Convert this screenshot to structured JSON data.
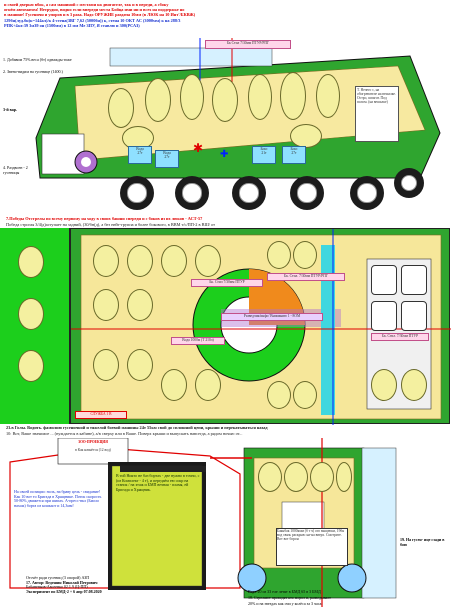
{
  "header": {
    "lines": [
      "и своей дверью вбок, а сам машиной с местами на двигателе, так и в переди, а сбоку",
      "огнём автоматом! Нетрудно, видно если впереди места Бойца ими ни и всех на поддержке но",
      "в машине! Гусеничн и упоров и в 3 раза. Надо ОРУЖИЕ раздача 10мм (в ЛЮК на 10 Инт'/БКВЖ)",
      "129бн(луд.бн)к=144ал)/к 4-стена(ЗВГ 7,62 (5000бн)) к, стена 10 ОКТ АС (3000мм) к на 288/3",
      "РПК+4ал:39 3мЗ9 он (1500мм) в 12 мм Ме ЗПУ, Я ставлю и 300(РСАЗ)"
    ],
    "note1": "1. Добавим 75% веса (бт) однажды тоже",
    "note2": "2. Звено-видим на гусенице (1400.)",
    "note3": "3-й вар.",
    "note4": "4. Раздвоен - 2 гусеницы",
    "note5": "7.Победы Отстрелы по всему первому на ходу в своих башни спереди и с боков из их люков - АСТ-57",
    "note6": "Победа строгая 3/4(д)аступает на задний, (30/бн(д), а без нейт-группа и более бокового, в ВВМ т/с/ПП-2 в ВШ/ от"
  },
  "labels": {
    "top_box": "Бк Стил 7/30мм ПТУР/РПГ",
    "right_box": "Т. Нечего с, на обогревателе на вешалке. Остро, шпагат. Под полом. (на вешалке)",
    "fuel1": "Вода\n27т",
    "fuel2": "Вода\n27т",
    "fuel3": "Бокс\n21т",
    "fuel4": "Бокс\n27т",
    "mid_red": "СЛУЖБА 1 В",
    "mid_box1": "Бк. Стил 7/30мм ПТУР",
    "mid_box2": "Бк. Стил. 7/30мм ПТУР/РПГ",
    "mid_box3": "Вода 1000м (Т 210л)",
    "mid_box4": "Бк. Стил. 7/30мм ПТУР",
    "center_text": "Разведчик/инфо/ Вниманию 1 - 8ОМ",
    "bottom_section": "23.в Голы. Водить. фамилию гусеничной и тяжелой боевой машины 24т 55км свой до сплошной цепи, крыши и перекатываться назад",
    "bottom_section2": "10: Вот, Ваше значимое ... (нуждается в кабине), а/в сверху или в Ваше. Поверх крыши и выпускать навсегда, а рядом ночью от...",
    "zoo_title": "ЗОО-ПРОЕКЦИЯ",
    "zoo_sub": "в Как начнётся (12 вод)",
    "side_text": "На своей позиции: ноль, на браву цель - свидание! Как 10 вот то Бригада в Хрящнике. Поток скорость 50-80% движется при шипах. А-пресс-вкл (Бмоло нахож) борта из кошкаот и 14,3мм!",
    "green_text": "В той Никто не баз бортах - две нужно в точно, с (из Комплект - 4 т), и передаём ею сокр на станок / на этаж и БМП вечная - пламя, ей Бригада и Хрящник.",
    "blue_footer_text": "Бакнбак 1000кмм (б т ч) ого выщепки, 19бн вод связь раскрыв: на-на вверх. Смотрите. Вот вот борон",
    "footer_lines": [
      "Отсчёт ради гусениц (3 опорой) АЗП",
      "17. Автор: Ведешин Николай Петрович",
      "Бабаненков-Авсеенко 02.1.9 (Ц-ПП)",
      "Эксперимент по БМД-2 + 6 апр 07.08.2020"
    ],
    "footer_right": "Верх 20 из 33 еле летят в БМД 65 в 3 БМД",
    "footer_right2": "18. Стреляют проводят кто мороз и, разведывает",
    "footer_right3": "20% и на звездах как очи у колёса за 3 часа",
    "right_margin": "19. На гусен- ице сзади в бою"
  },
  "colors": {
    "hull": "#2aa62a",
    "crew": "#f4f0a0",
    "wheel": "#1c1c1c",
    "accent_red": "#e00000",
    "accent_blue": "#1530d0",
    "panel_pink": "#ffd6ea",
    "panel_cyan": "#5fe7ea",
    "panel_purple": "#b070d0"
  }
}
